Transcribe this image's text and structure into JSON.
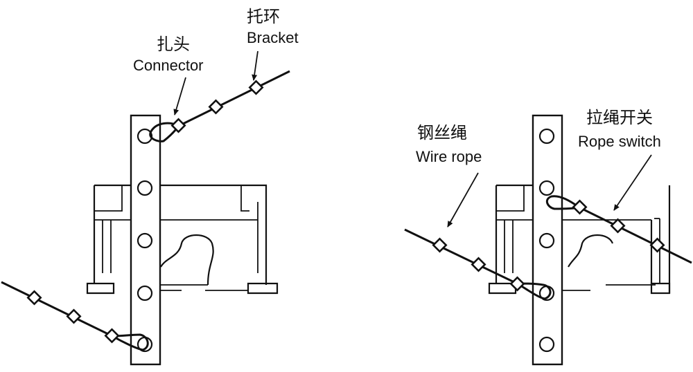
{
  "labels": {
    "bracket_cn": "托环",
    "bracket_en": "Bracket",
    "connector_cn": "扎头",
    "connector_en": "Connector",
    "wire_rope_cn": "钢丝绳",
    "wire_rope_en": "Wire rope",
    "rope_switch_cn": "拉绳开关",
    "rope_switch_en": "Rope switch"
  }
}
